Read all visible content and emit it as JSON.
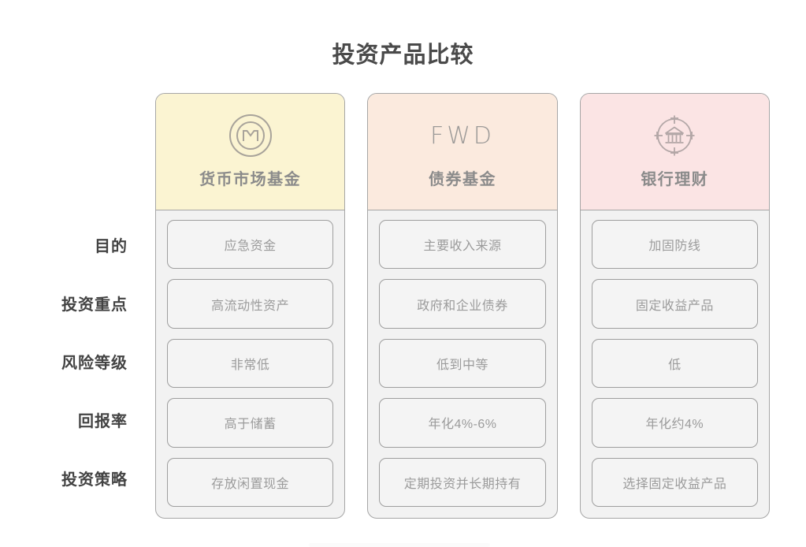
{
  "title": "投资产品比较",
  "row_labels": [
    "目的",
    "投资重点",
    "风险等级",
    "回报率",
    "投资策略"
  ],
  "columns": [
    {
      "title": "货币市场基金",
      "logo_type": "coin-m-icon",
      "logo_text": "",
      "header_color": "#fbf4d2",
      "cells": [
        "应急资金",
        "高流动性资产",
        "非常低",
        "高于储蓄",
        "存放闲置现金"
      ]
    },
    {
      "title": "债券基金",
      "logo_type": "fwd-wordmark",
      "logo_text": "FWD",
      "header_color": "#fbeade",
      "cells": [
        "主要收入来源",
        "政府和企业债券",
        "低到中等",
        "年化4%-6%",
        "定期投资并长期持有"
      ]
    },
    {
      "title": "银行理财",
      "logo_type": "bank-target-icon",
      "logo_text": "",
      "header_color": "#fbe4e4",
      "cells": [
        "加固防线",
        "固定收益产品",
        "低",
        "年化约4%",
        "选择固定收益产品"
      ]
    }
  ],
  "colors": {
    "title_text": "#4a4a4a",
    "row_label_text": "#434343",
    "card_border": "#a6a6a6",
    "card_body_bg": "#f2f2f2",
    "cell_border": "#9e9e9e",
    "cell_text": "#9b9b9b",
    "icon_stroke": "#a8a39a",
    "background": "#ffffff"
  }
}
